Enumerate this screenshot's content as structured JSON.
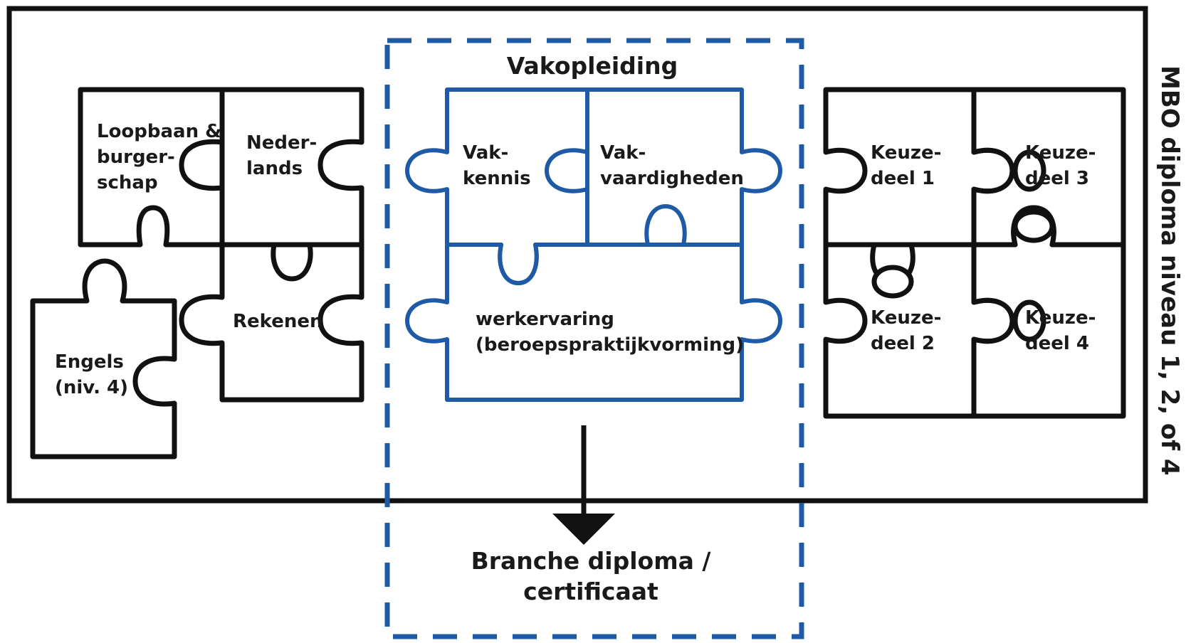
{
  "colors": {
    "black": "#111111",
    "blue": "#1f5aa6",
    "white": "#ffffff"
  },
  "frame_title": "MBO diploma niveau 1, 2, of 4",
  "vakopleiding": {
    "title": "Vakopleiding",
    "pieces": {
      "vakkennis": [
        "Vak-",
        "kennis"
      ],
      "vakvaardigheden": [
        "Vak-",
        "vaardigheden"
      ],
      "werkervaring": [
        "werkervaring",
        "(beroepspraktijkvorming)"
      ]
    }
  },
  "generic": {
    "loopbaan": [
      "Loopbaan &",
      "burger-",
      "schap"
    ],
    "nederlands": [
      "Neder-",
      "lands"
    ],
    "rekenen": [
      "Rekenen"
    ],
    "engels": [
      "Engels",
      "(niv. 4)"
    ]
  },
  "keuzedelen": {
    "k1": [
      "Keuze-",
      "deel 1"
    ],
    "k2": [
      "Keuze-",
      "deel 2"
    ],
    "k3": [
      "Keuze-",
      "deel 3"
    ],
    "k4": [
      "Keuze-",
      "deel 4"
    ]
  },
  "output": [
    "Branche diploma /",
    "certificaat"
  ]
}
